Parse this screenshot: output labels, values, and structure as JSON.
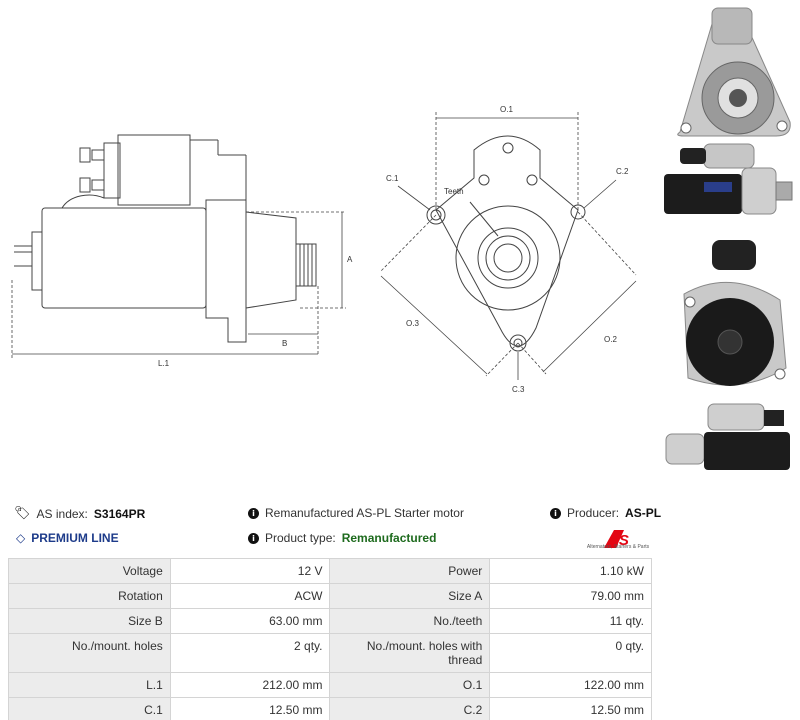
{
  "drawing": {
    "labels": {
      "A": "A",
      "B": "B",
      "L1": "L.1",
      "O1": "O.1",
      "O2": "O.2",
      "O3": "O.3",
      "C1": "C.1",
      "C2": "C.2",
      "C3": "C.3",
      "teeth": "Teeth"
    }
  },
  "header": {
    "as_index_label": "AS index:",
    "as_index_value": "S3164PR",
    "premium_line": "PREMIUM LINE",
    "description": "Remanufactured AS-PL Starter motor",
    "product_type_label": "Product type:",
    "product_type_value": "Remanufactured",
    "producer_label": "Producer:",
    "producer_value": "AS-PL",
    "logo_text": "AS",
    "logo_tagline": "Alternators, Starters & Parts",
    "colors": {
      "premium": "#1d3b8a",
      "product_type": "#1e6b1e",
      "logo_red": "#e30613"
    }
  },
  "specs": [
    {
      "k1": "Voltage",
      "v1": "12 V",
      "k2": "Power",
      "v2": "1.10 kW"
    },
    {
      "k1": "Rotation",
      "v1": "ACW",
      "k2": "Size A",
      "v2": "79.00 mm"
    },
    {
      "k1": "Size B",
      "v1": "63.00 mm",
      "k2": "No./teeth",
      "v2": "11 qty."
    },
    {
      "k1": "No./mount. holes",
      "v1": "2 qty.",
      "k2": "No./mount. holes with thread",
      "v2": "0 qty."
    },
    {
      "k1": "L.1",
      "v1": "212.00 mm",
      "k2": "O.1",
      "v2": "122.00 mm"
    },
    {
      "k1": "C.1",
      "v1": "12.50 mm",
      "k2": "C.2",
      "v2": "12.50 mm"
    }
  ]
}
